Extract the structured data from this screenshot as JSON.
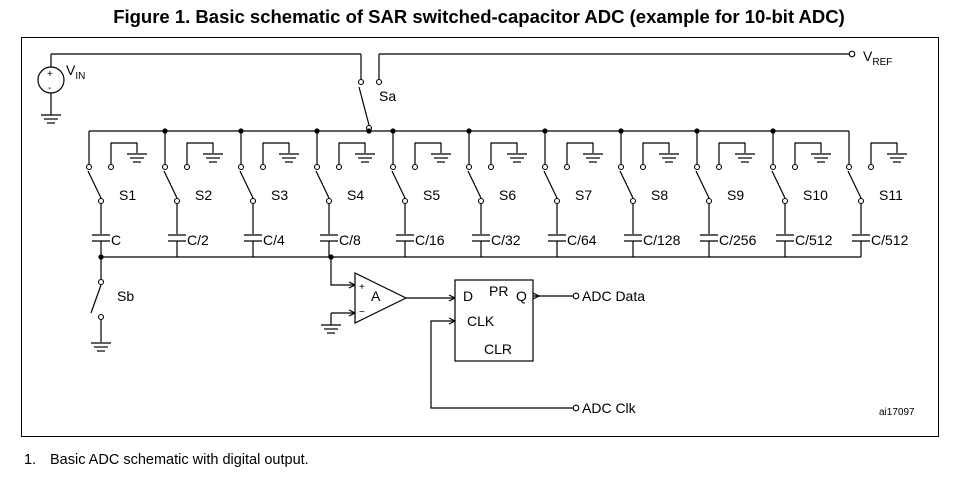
{
  "title": "Figure 1. Basic schematic of SAR switched-capacitor ADC (example for 10-bit ADC)",
  "labels": {
    "vin": "V",
    "vin_sub": "IN",
    "vref": "V",
    "vref_sub": "REF",
    "sa": "Sa",
    "sb": "Sb",
    "amp": "A",
    "amp_plus": "+",
    "amp_minus": "−",
    "ff_d": "D",
    "ff_pr": "PR",
    "ff_q": "Q",
    "ff_clk": "CLK",
    "ff_clr": "CLR",
    "adc_data": "ADC Data",
    "adc_clk": "ADC Clk",
    "ref": "ai17097"
  },
  "switches": [
    "S1",
    "S2",
    "S3",
    "S4",
    "S5",
    "S6",
    "S7",
    "S8",
    "S9",
    "S10",
    "S11"
  ],
  "capacitors": [
    "C",
    "C/2",
    "C/4",
    "C/8",
    "C/16",
    "C/32",
    "C/64",
    "C/128",
    "C/256",
    "C/512",
    "C/512"
  ],
  "footnote": {
    "number": "1.",
    "text": "Basic ADC schematic with digital output."
  }
}
